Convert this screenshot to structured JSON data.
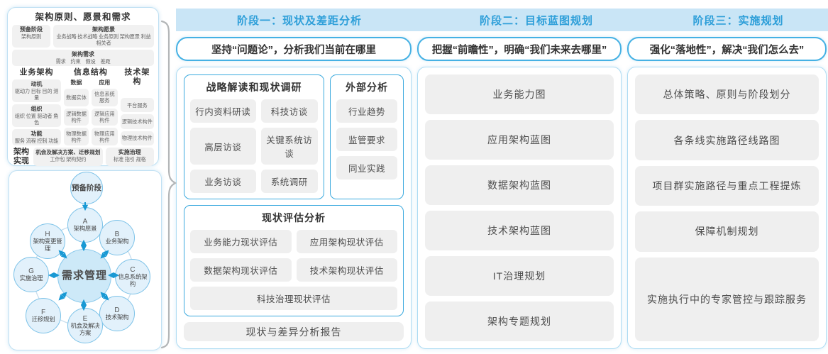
{
  "colors": {
    "band_bg": "#c9e5f6",
    "band_text": "#2e9fd9",
    "accent_blue": "#3aa9de",
    "panel_border": "#bfe0f3",
    "item_gray": "#efefef",
    "arrow_blue": "#1899d4",
    "brace_gray": "#b3b6b8"
  },
  "left_top_panel": {
    "title": "架构原则、愿景和需求",
    "prep_box": {
      "title": "预备阶段",
      "sub": "架构原则"
    },
    "vision_box": {
      "title": "架构愿景",
      "sub": "业务战略 技术战略 业务原则 架构愿景 利益相关者"
    },
    "req_box": {
      "title": "架构需求",
      "sub": "需求　约束　假设　差距"
    },
    "business_arch": {
      "title": "业务架构",
      "boxes": [
        {
          "title": "动机",
          "sub": "驱动力 目标 目的 测量"
        },
        {
          "title": "组织",
          "sub": "组织 位置 驱动者 角色"
        },
        {
          "title": "功能",
          "sub": "服务 流程 控制 功能"
        }
      ]
    },
    "info_struct": {
      "title": "信息结构",
      "data_col": {
        "title": "数据",
        "items": [
          "数据实体",
          "逻辑数据构件",
          "物理数据构件"
        ]
      },
      "app_col": {
        "title": "应用",
        "items": [
          "信息系统服务",
          "逻辑应用构件",
          "物理应用构件"
        ]
      }
    },
    "tech_arch": {
      "title": "技术架构",
      "items": [
        "平台服务",
        "逻辑技术构件",
        "物理技术构件"
      ]
    },
    "impl": {
      "label": "架构实现",
      "boxes": [
        {
          "title": "机会及解决方案、迁移规划",
          "sub": "工作包 架构契约"
        },
        {
          "title": "实施治理",
          "sub": "标准 指引 规格"
        }
      ]
    }
  },
  "adm_cycle": {
    "prep": "预备阶段",
    "center": "需求管理",
    "nodes": [
      {
        "letter": "A",
        "label": "架构愿景"
      },
      {
        "letter": "B",
        "label": "业务架构"
      },
      {
        "letter": "C",
        "label": "信息系统架构"
      },
      {
        "letter": "D",
        "label": "技术架构"
      },
      {
        "letter": "E",
        "label": "机会及解决方案"
      },
      {
        "letter": "F",
        "label": "迁移规划"
      },
      {
        "letter": "G",
        "label": "实施治理"
      },
      {
        "letter": "H",
        "label": "架构变更管理"
      }
    ]
  },
  "phase1": {
    "header": "阶段一：现状及差距分析",
    "subtitle": "坚持“问题论”，分析我们当前在哪里",
    "research_group": {
      "title": "战略解读和现状调研",
      "items": [
        "行内资料研读",
        "科技访谈",
        "高层访谈",
        "关键系统访谈",
        "业务访谈",
        "系统调研"
      ]
    },
    "external_group": {
      "title": "外部分析",
      "items": [
        "行业趋势",
        "监管要求",
        "同业实践"
      ]
    },
    "assessment_group": {
      "title": "现状评估分析",
      "items": [
        "业务能力现状评估",
        "应用架构现状评估",
        "数据架构现状评估",
        "技术架构现状评估"
      ],
      "full_item": "科技治理现状评估"
    },
    "report": "现状与差异分析报告"
  },
  "phase2": {
    "header": "阶段二：目标蓝图规划",
    "subtitle": "把握“前瞻性”，明确“我们未来去哪里”",
    "items": [
      "业务能力图",
      "应用架构蓝图",
      "数据架构蓝图",
      "技术架构蓝图",
      "IT治理规划",
      "架构专题规划"
    ]
  },
  "phase3": {
    "header": "阶段三：实施规划",
    "subtitle": "强化“落地性”，解决“我们怎么去”",
    "items": [
      "总体策略、原则与阶段划分",
      "各条线实施路径线路图",
      "项目群实施路径与重点工程提炼",
      "保障机制规划",
      "实施执行中的专家管控与跟踪服务"
    ]
  }
}
